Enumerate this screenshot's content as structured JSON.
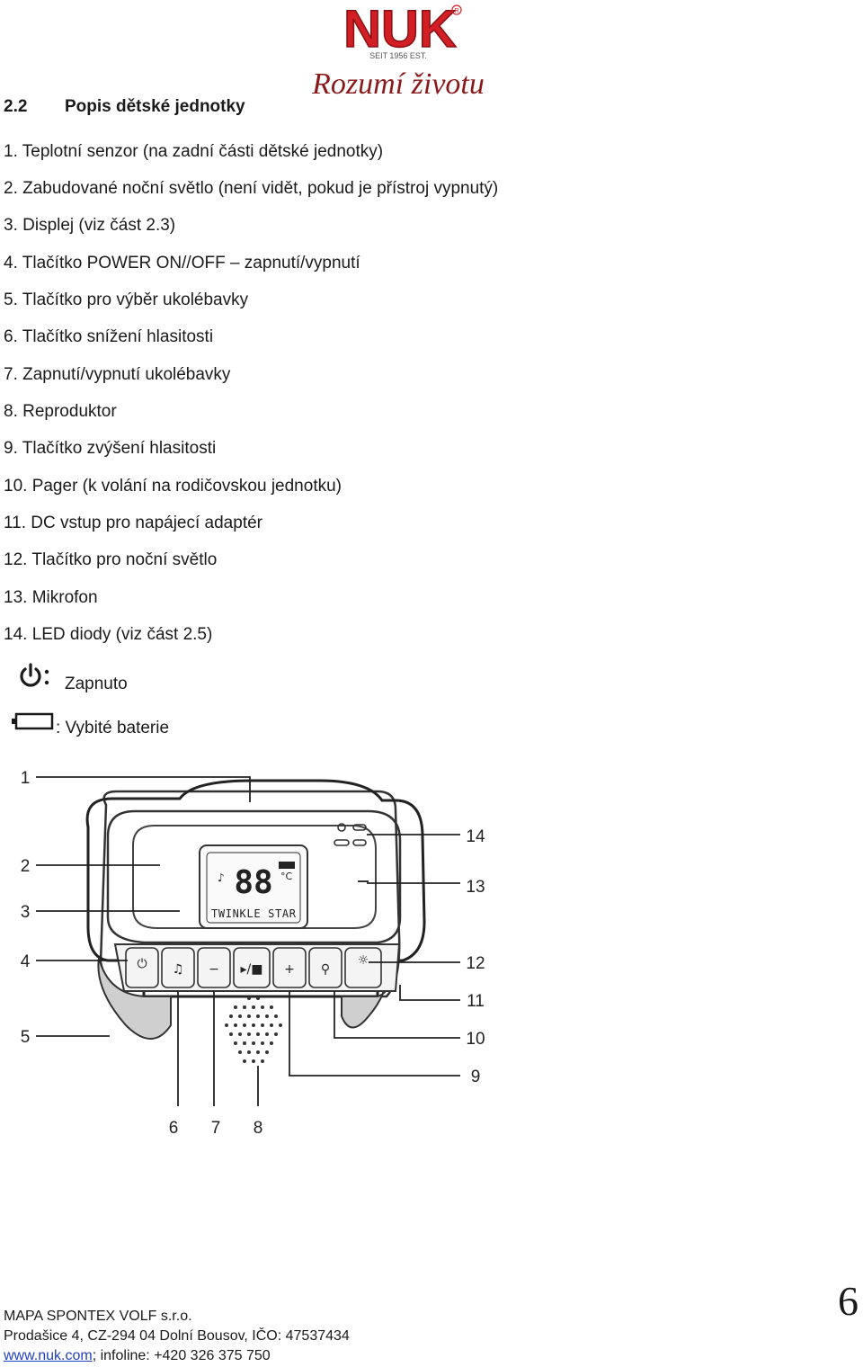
{
  "logo": {
    "brand": "NUK",
    "est": "SEIT 1956 EST.",
    "slogan": "Rozumí životu"
  },
  "section": {
    "number": "2.2",
    "title": "Popis dětské jednotky"
  },
  "items": [
    "1. Teplotní senzor (na zadní části dětské jednotky)",
    "2. Zabudované noční světlo (není vidět, pokud je přístroj vypnutý)",
    "3. Displej (viz část 2.3)",
    "4. Tlačítko POWER ON//OFF – zapnutí/vypnutí",
    "5. Tlačítko pro výběr ukolébavky",
    "6. Tlačítko snížení hlasitosti",
    "7. Zapnutí/vypnutí ukolébavky",
    "8. Reproduktor",
    "9. Tlačítko zvýšení hlasitosti",
    "10. Pager (k volání na rodičovskou jednotku)",
    "11. DC vstup pro napájecí adaptér",
    "12. Tlačítko pro noční světlo",
    "13. Mikrofon",
    "14. LED diody (viz část 2.5)"
  ],
  "legend": {
    "power_icon": "power-icon",
    "power_label": "Zapnuto",
    "battery_icon": "battery-empty-icon",
    "battery_label": ": Vybité baterie"
  },
  "diagram": {
    "display_temp": "88",
    "display_unit": "°C",
    "display_song": "TWINKLE STAR",
    "callouts_left": [
      "1",
      "2",
      "3",
      "4",
      "5"
    ],
    "callouts_bottom": [
      "6",
      "7",
      "8"
    ],
    "callouts_right": [
      "14",
      "13",
      "12",
      "11",
      "10",
      "9"
    ]
  },
  "footer": {
    "company": "MAPA SPONTEX VOLF s.r.o.",
    "address": "Prodašice 4, CZ-294 04 Dolní Bousov, IČO: 47537434",
    "website": "www.nuk.com",
    "infoline": "; infoline: +420 326 375 750",
    "page_number": "6"
  }
}
